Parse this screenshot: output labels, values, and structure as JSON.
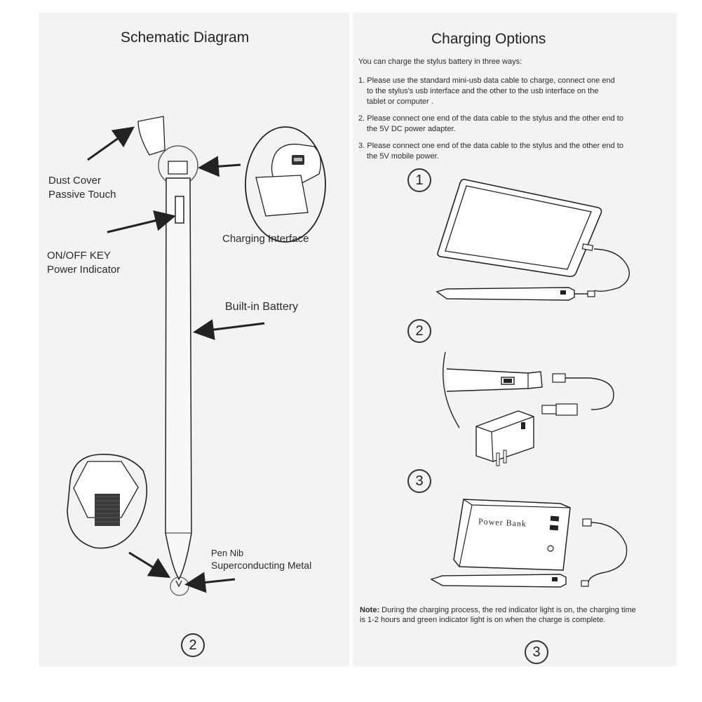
{
  "schematic": {
    "title": "Schematic Diagram",
    "labels": {
      "dust_cover_line1": "Dust Cover",
      "dust_cover_line2": "Passive Touch",
      "charging_interface": "Charging Interface",
      "onoff_line1": "ON/OFF KEY",
      "onoff_line2": "Power Indicator",
      "battery": "Built-in Battery",
      "nib_line1": "Pen Nib",
      "nib_line2": "Superconducting Metal"
    },
    "page_number": "2"
  },
  "charging": {
    "title": "Charging Options",
    "intro": "You can charge the stylus battery in three ways:",
    "steps": [
      {
        "line1": "1. Please use the standard mini-usb data cable to charge, connect one end",
        "line2": "to the stylus's usb interface and the other to the usb interface on the",
        "line3": "tablet or computer ."
      },
      {
        "line1": "2. Please connect one end of the data cable to the stylus and the other end to",
        "line2": "the 5V DC power adapter."
      },
      {
        "line1": "3. Please connect one end of the data cable  to the stylus and the other end to",
        "line2": "the 5V mobile power."
      }
    ],
    "figure_numbers": [
      "1",
      "2",
      "3"
    ],
    "power_bank_label": "Power Bank",
    "note": {
      "label": "Note:",
      "line1": "During the charging process, the red indicator light is on, the charging time",
      "line2": "is 1-2 hours and green indicator light is on when the charge is complete."
    },
    "page_number": "3"
  }
}
